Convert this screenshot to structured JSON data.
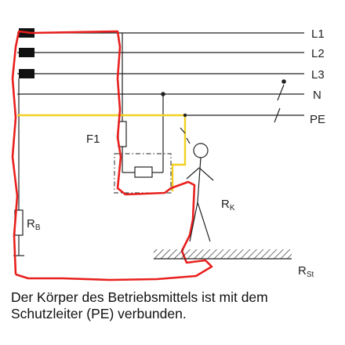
{
  "lines": [
    {
      "label": "L1"
    },
    {
      "label": "L2"
    },
    {
      "label": "L3"
    },
    {
      "label": "N"
    },
    {
      "label": "PE"
    }
  ],
  "labels": {
    "fuse": "F1",
    "grounding_resistance": "R",
    "grounding_resistance_sub": "B",
    "body_resistance": "R",
    "body_resistance_sub": "K",
    "standing_resistance": "R",
    "standing_resistance_sub": "St"
  },
  "caption": {
    "line1": "Der Körper des Betriebsmittels ist mit dem",
    "line2": "Schutzleiter (PE) verbunden."
  },
  "colors": {
    "fault_path": "#e8201e",
    "protective_conductor": "#f2d024",
    "wire": "#222222"
  }
}
